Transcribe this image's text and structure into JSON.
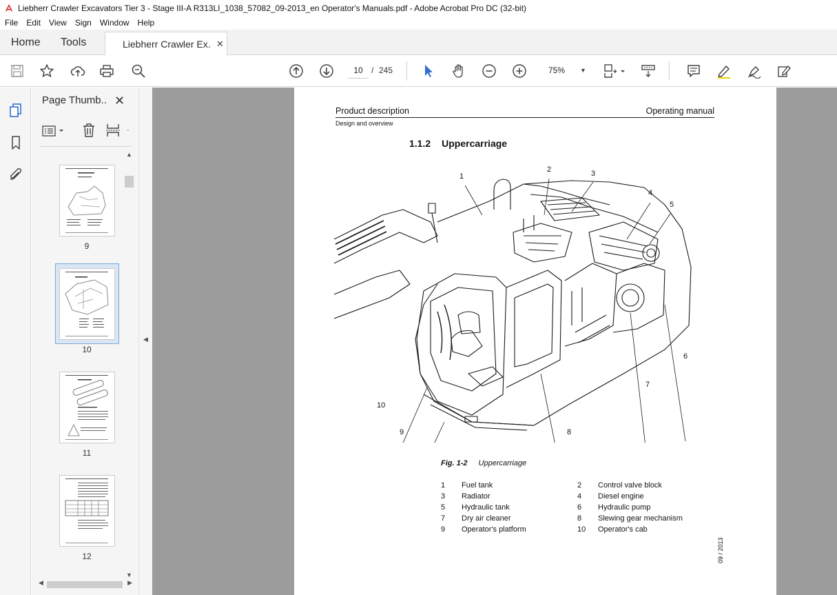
{
  "window": {
    "title": "Liebherr Crawler Excavators Tier 3 - Stage III-A R313LI_1038_57082_09-2013_en Operator's Manuals.pdf - Adobe Acrobat Pro DC (32-bit)"
  },
  "menu": [
    "File",
    "Edit",
    "View",
    "Sign",
    "Window",
    "Help"
  ],
  "tabs": {
    "home": "Home",
    "tools": "Tools",
    "document": "Liebherr Crawler Ex...",
    "close": "✕"
  },
  "toolbar": {
    "page_current": "10",
    "page_separator": "/",
    "page_total": "245",
    "zoom": "75%"
  },
  "thumbnails_panel": {
    "title": "Page Thumb...",
    "close": "✕",
    "pages": [
      "9",
      "10",
      "11",
      "12"
    ],
    "selected": "10"
  },
  "page": {
    "header_left": "Product description",
    "header_right": "Operating manual",
    "subheader": "Design and overview",
    "section_number": "1.1.2",
    "section_title": "Uppercarriage",
    "figure_callouts": [
      "1",
      "2",
      "3",
      "4",
      "5",
      "6",
      "7",
      "8",
      "9",
      "10"
    ],
    "caption_number": "Fig. 1-2",
    "caption_text": "Uppercarriage",
    "legend": [
      {
        "n": "1",
        "label": "Fuel tank"
      },
      {
        "n": "2",
        "label": "Control valve block"
      },
      {
        "n": "3",
        "label": "Radiator"
      },
      {
        "n": "4",
        "label": "Diesel engine"
      },
      {
        "n": "5",
        "label": "Hydraulic tank"
      },
      {
        "n": "6",
        "label": "Hydraulic pump"
      },
      {
        "n": "7",
        "label": "Dry air cleaner"
      },
      {
        "n": "8",
        "label": "Slewing gear mechanism"
      },
      {
        "n": "9",
        "label": "Operator's platform"
      },
      {
        "n": "10",
        "label": "Operator's cab"
      }
    ],
    "footer_date": "09 / 2013"
  },
  "colors": {
    "acrobat_red": "#d7261e",
    "select_blue": "#2f6fce",
    "doc_bg": "#9c9c9c"
  }
}
